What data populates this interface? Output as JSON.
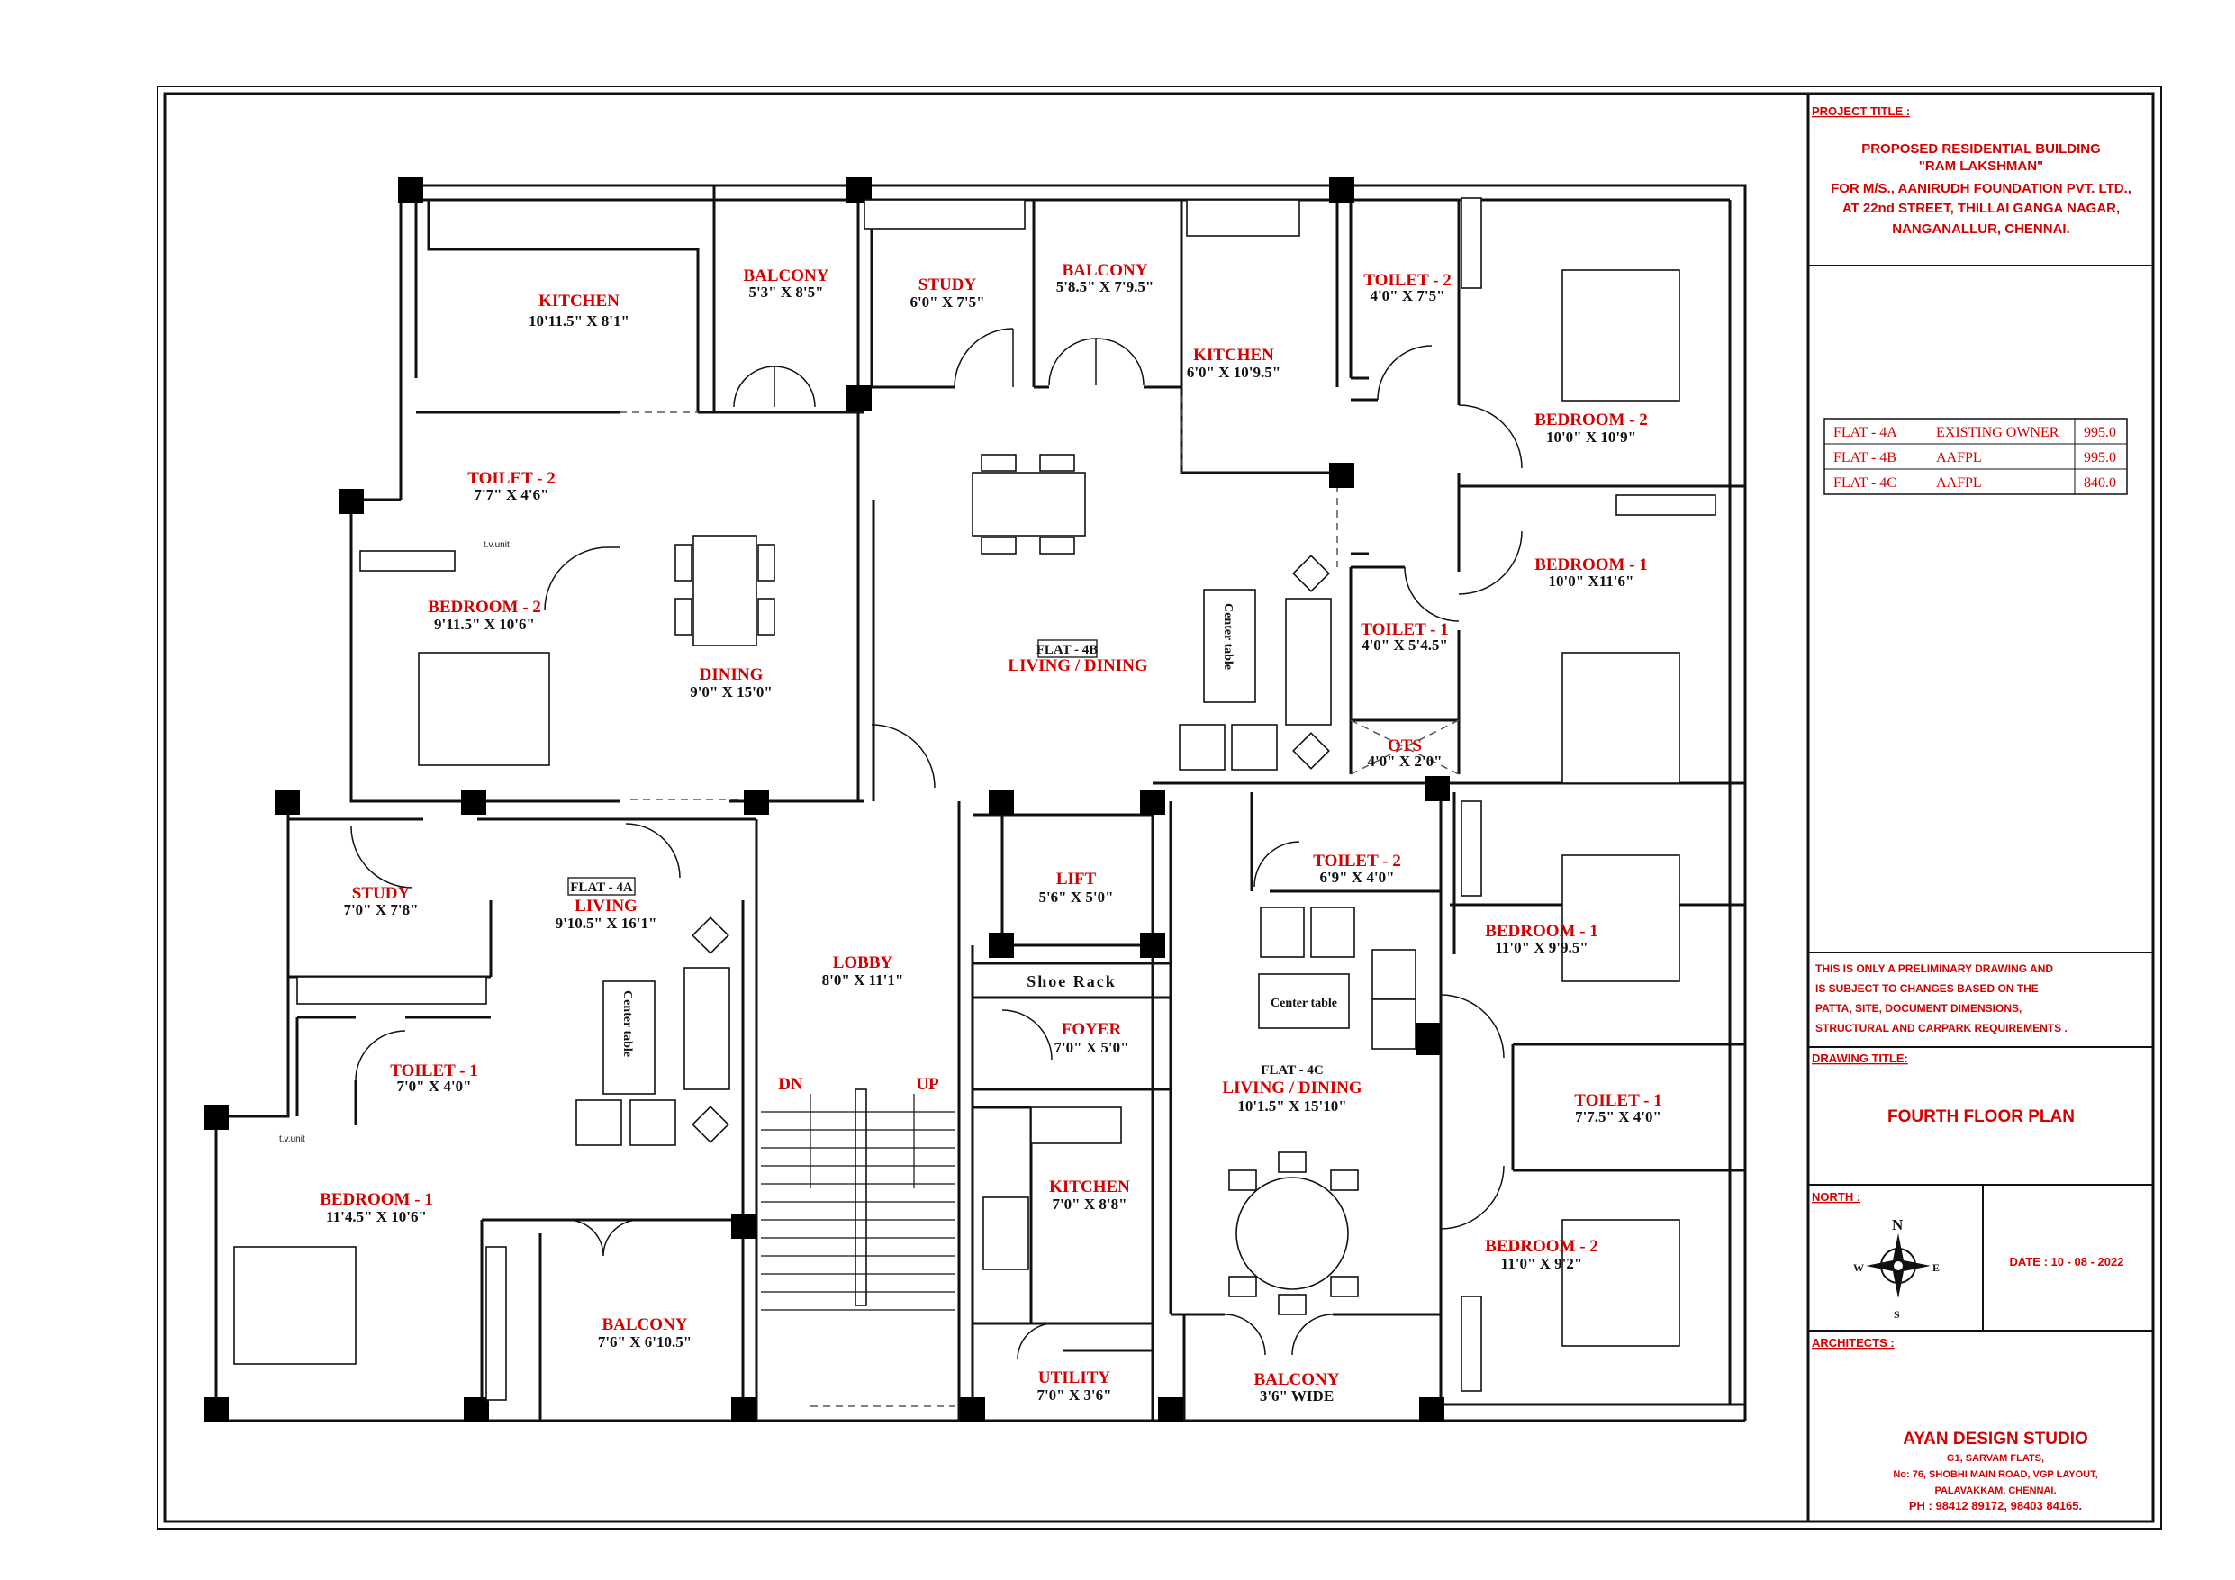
{
  "drawing": {
    "title_block": {
      "project_title_label": "PROJECT TITLE :",
      "project_lines": [
        "PROPOSED RESIDENTIAL BUILDING",
        "\"RAM LAKSHMAN\"",
        "FOR M/S., AANIRUDH FOUNDATION PVT. LTD.,",
        "AT 22nd STREET, THILLAI GANGA NAGAR,",
        "NANGANALLUR, CHENNAI."
      ],
      "flat_table": [
        {
          "flat": "FLAT - 4A",
          "owner": "EXISTING OWNER",
          "area": "995.0"
        },
        {
          "flat": "FLAT - 4B",
          "owner": "AAFPL",
          "area": "995.0"
        },
        {
          "flat": "FLAT - 4C",
          "owner": "AAFPL",
          "area": "840.0"
        }
      ],
      "note_lines": [
        "THIS IS ONLY A PRELIMINARY DRAWING AND",
        "IS SUBJECT TO CHANGES BASED ON THE",
        "PATTA, SITE, DOCUMENT DIMENSIONS,",
        "STRUCTURAL AND CARPARK REQUIREMENTS ."
      ],
      "drawing_title_label": "DRAWING TITLE:",
      "drawing_title": "FOURTH FLOOR PLAN",
      "north_label": "NORTH :",
      "compass": {
        "n": "N",
        "s": "S",
        "e": "E",
        "w": "W"
      },
      "date": "DATE : 10 - 08 - 2022",
      "architects_label": "ARCHITECTS :",
      "architect_name": "AYAN DESIGN STUDIO",
      "architect_lines": [
        "G1, SARVAM FLATS,",
        "No: 76, SHOBHI MAIN ROAD, VGP LAYOUT,",
        "PALAVAKKAM, CHENNAI."
      ],
      "phone": "PH : 98412 89172, 98403 84165."
    },
    "rooms": [
      {
        "name": "KITCHEN",
        "dim": "10'11.5\" X 8'1\""
      },
      {
        "name": "BALCONY",
        "dim": "5'3\" X 8'5\""
      },
      {
        "name": "STUDY",
        "dim": "6'0\" X 7'5\""
      },
      {
        "name": "BALCONY",
        "dim": "5'8.5\" X 7'9.5\""
      },
      {
        "name": "KITCHEN",
        "dim": "6'0\" X 10'9.5\""
      },
      {
        "name": "TOILET - 2",
        "dim": "4'0\" X 7'5\""
      },
      {
        "name": "BEDROOM - 2",
        "dim": "10'0\" X 10'9\""
      },
      {
        "name": "TOILET - 2",
        "dim": "7'7\" X 4'6\""
      },
      {
        "name": "BEDROOM - 2",
        "dim": "9'11.5\" X 10'6\""
      },
      {
        "name": "DINING",
        "dim": "9'0\" X 15'0\""
      },
      {
        "name": "LIVING / DINING",
        "dim": ""
      },
      {
        "name": "BEDROOM - 1",
        "dim": "10'0\" X11'6\""
      },
      {
        "name": "TOILET - 1",
        "dim": "4'0\" X 5'4.5\""
      },
      {
        "name": "OTS",
        "dim": "4'0\" X 2'0\""
      },
      {
        "name": "STUDY",
        "dim": "7'0\" X 7'8\""
      },
      {
        "name": "LIVING",
        "dim": "9'10.5\" X 16'1\""
      },
      {
        "name": "LOBBY",
        "dim": "8'0\" X 11'1\""
      },
      {
        "name": "LIFT",
        "dim": "5'6\" X 5'0\""
      },
      {
        "name": "TOILET - 2",
        "dim": "6'9\" X 4'0\""
      },
      {
        "name": "BEDROOM - 1",
        "dim": "11'0\" X 9'9.5\""
      },
      {
        "name": "FOYER",
        "dim": "7'0\" X 5'0\""
      },
      {
        "name": "TOILET - 1",
        "dim": "7'0\" X 4'0\""
      },
      {
        "name": "LIVING / DINING",
        "dim": "10'1.5\" X 15'10\""
      },
      {
        "name": "TOILET - 1",
        "dim": "7'7.5\" X 4'0\""
      },
      {
        "name": "KITCHEN",
        "dim": "7'0\" X 8'8\""
      },
      {
        "name": "BEDROOM - 1",
        "dim": "11'4.5\" X 10'6\""
      },
      {
        "name": "BEDROOM - 2",
        "dim": "11'0\" X 9'2\""
      },
      {
        "name": "BALCONY",
        "dim": "7'6\" X 6'10.5\""
      },
      {
        "name": "UTILITY",
        "dim": "7'0\" X 3'6\""
      },
      {
        "name": "BALCONY",
        "dim": "3'6\" WIDE"
      }
    ],
    "flat_tags": [
      "FLAT - 4B",
      "FLAT - 4A",
      "FLAT - 4C"
    ],
    "labels": {
      "center_table": "Center table",
      "shoe_rack": "Shoe Rack",
      "tv_unit": "t.v.unit",
      "dn": "DN",
      "up": "UP"
    }
  }
}
